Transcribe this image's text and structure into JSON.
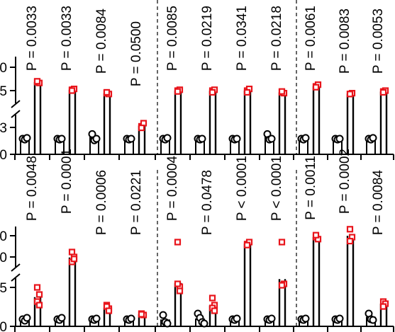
{
  "chart_data": [
    {
      "type": "scatter",
      "title": "",
      "xlabel": "",
      "ylabel": "",
      "y_tick_labels": [
        "0",
        "5",
        "3",
        "0"
      ],
      "groups": [
        {
          "name": "",
          "control": [
            1.0,
            0.95,
            1.05
          ],
          "treated": [
            5.5,
            5.4,
            5.6
          ],
          "p_label": "P = 0.0033"
        },
        {
          "name": "",
          "control": [
            1.0,
            0.95,
            1.0
          ],
          "treated": [
            4.6,
            4.7,
            4.5
          ],
          "p_label": "P = 0.0033"
        },
        {
          "name": "",
          "control": [
            1.3,
            0.9,
            1.0
          ],
          "treated": [
            4.2,
            4.1,
            4.3
          ],
          "p_label": "P = 0.0084"
        },
        {
          "name": "",
          "control": [
            1.0,
            0.95,
            1.0
          ],
          "treated": [
            1.8,
            2.0,
            1.7
          ],
          "p_label": "P = 0.0500"
        },
        {
          "name": "",
          "control": [
            1.0,
            0.95,
            1.05
          ],
          "treated": [
            4.5,
            4.6,
            4.4
          ],
          "p_label": "P = 0.0085"
        },
        {
          "name": "",
          "control": [
            1.0,
            0.95,
            1.0
          ],
          "treated": [
            4.5,
            4.6,
            4.3
          ],
          "p_label": "P = 0.0219"
        },
        {
          "name": "",
          "control": [
            1.0,
            0.95,
            1.0
          ],
          "treated": [
            4.5,
            4.7,
            4.3
          ],
          "p_label": "P = 0.0341"
        },
        {
          "name": "",
          "control": [
            1.3,
            0.95,
            1.0
          ],
          "treated": [
            4.3,
            4.2,
            4.4
          ],
          "p_label": "P = 0.0218"
        },
        {
          "name": "",
          "control": [
            1.0,
            0.95,
            1.05
          ],
          "treated": [
            5.0,
            5.2,
            4.9
          ],
          "p_label": "P = 0.0061"
        },
        {
          "name": "",
          "control": [
            1.0,
            0.95,
            1.0
          ],
          "treated": [
            4.1,
            4.2,
            4.1
          ],
          "p_label": "P = 0.0083"
        },
        {
          "name": "",
          "control": [
            1.0,
            0.95,
            1.05
          ],
          "treated": [
            4.4,
            4.5,
            4.3
          ],
          "p_label": "P = 0.0053"
        }
      ],
      "dividers_after_group": [
        3,
        7
      ],
      "axis_break": true
    },
    {
      "type": "scatter",
      "title": "",
      "xlabel": "",
      "ylabel": "",
      "y_tick_labels": [
        "0",
        "0",
        "5",
        "0"
      ],
      "groups": [
        {
          "name": "",
          "control": [
            1.0,
            0.8,
            1.2
          ],
          "treated": [
            5.5,
            4.5,
            3.5,
            3.0
          ],
          "p_label": "P = 0.0048"
        },
        {
          "name": "",
          "control": [
            1.0,
            0.9,
            1.2
          ],
          "treated": [
            10.5,
            10.0,
            9.5,
            9.8
          ],
          "p_label": "P = 0.0001"
        },
        {
          "name": "",
          "control": [
            1.0,
            0.9,
            1.1
          ],
          "treated": [
            3.0,
            2.5,
            2.8,
            2.2
          ],
          "p_label": "P = 0.0006"
        },
        {
          "name": "",
          "control": [
            1.0,
            0.9,
            1.1
          ],
          "treated": [
            1.8,
            1.6,
            1.7
          ],
          "p_label": "P = 0.0221"
        },
        {
          "name": "",
          "control": [
            1.6,
            0.6,
            0.4
          ],
          "treated": [
            11.5,
            7.0,
            6.0,
            5.0
          ],
          "p_label": "P = 0.0004"
        },
        {
          "name": "",
          "control": [
            1.8,
            1.2,
            0.6,
            0.4
          ],
          "treated": [
            4.0,
            3.0,
            2.6,
            2.2
          ],
          "p_label": "P = 0.0478"
        },
        {
          "name": "",
          "control": [
            1.0,
            0.9,
            1.1
          ],
          "treated": [
            11.3,
            11.5,
            11.2
          ],
          "p_label": "P < 0.0001"
        },
        {
          "name": "",
          "control": [
            1.0,
            0.9,
            1.1
          ],
          "treated": [
            11.5,
            6.0,
            5.8
          ],
          "p_label": "P < 0.0001"
        },
        {
          "name": "",
          "control": [
            1.0,
            0.9,
            1.1
          ],
          "treated": [
            12.0,
            11.8,
            12.2
          ],
          "p_label": "P = 0.0011"
        },
        {
          "name": "",
          "control": [
            1.0,
            0.9,
            1.1
          ],
          "treated": [
            12.8,
            12.0,
            11.6
          ],
          "p_label": "P = 0.0002"
        },
        {
          "name": "",
          "control": [
            1.8,
            1.0,
            0.9
          ],
          "treated": [
            3.5,
            3.2,
            2.8
          ],
          "p_label": "P = 0.0084"
        }
      ],
      "dividers_after_group": [
        3,
        7
      ],
      "axis_break": true
    }
  ],
  "colors": {
    "control": "#000000",
    "treated": "#e8141b"
  }
}
